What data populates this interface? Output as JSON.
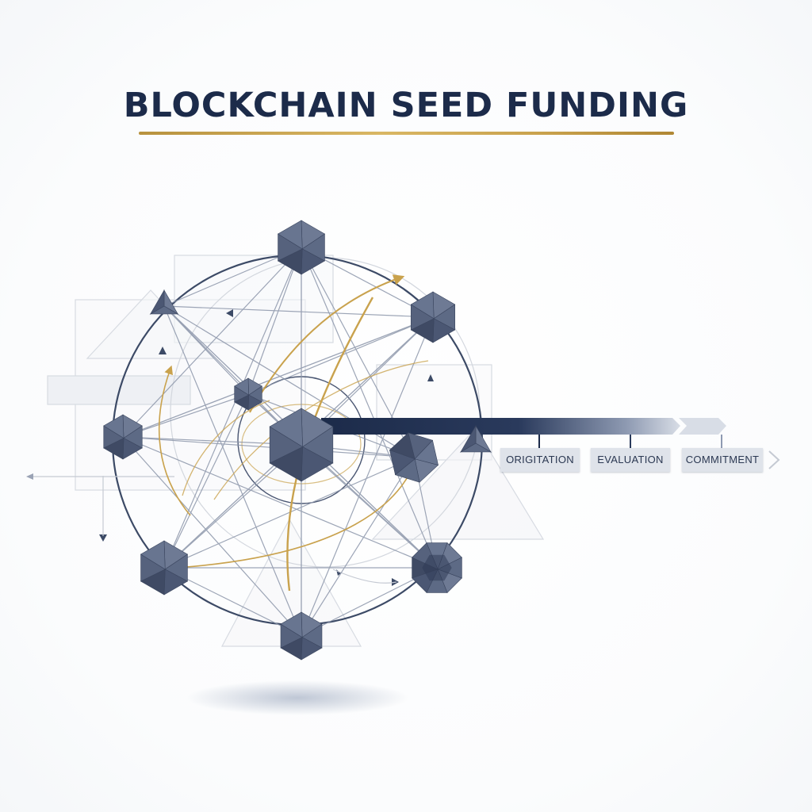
{
  "title": "BLOCKCHAIN SEED FUNDING",
  "stages": [
    "ORIGITATION",
    "EVALUATION",
    "COMMITMENT"
  ],
  "colors": {
    "navy": "#1c2b4a",
    "gold": "#c9a24d",
    "node": "#4e5b76",
    "line": "#9aa3b5"
  }
}
